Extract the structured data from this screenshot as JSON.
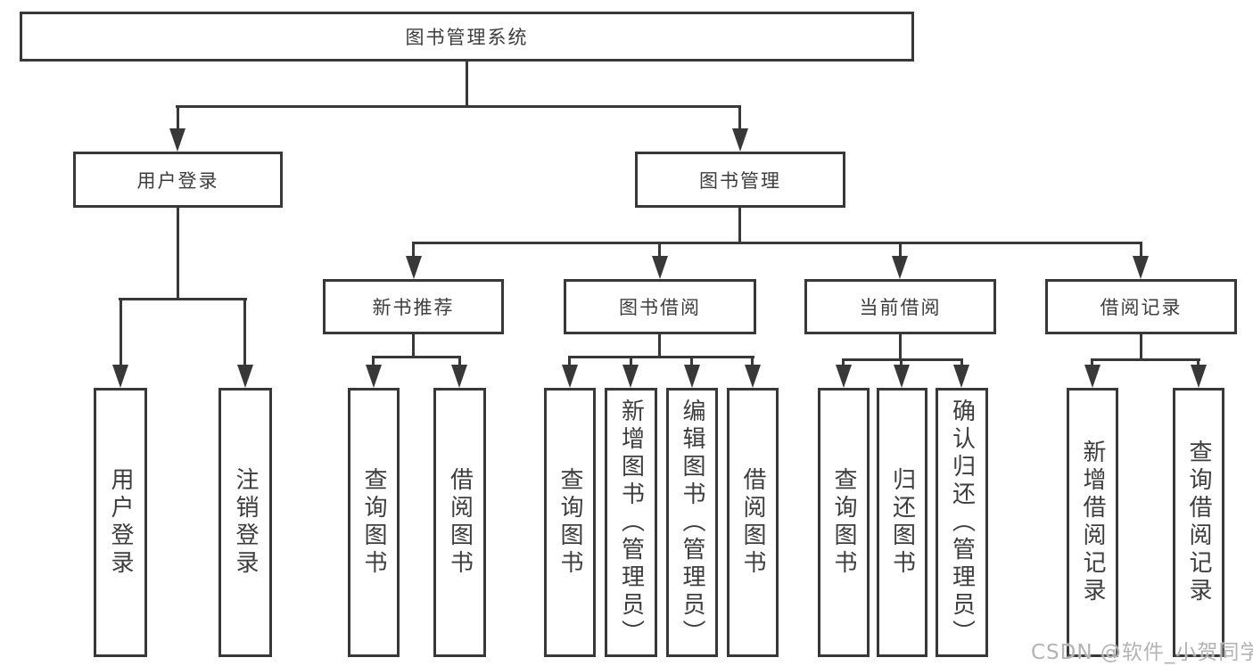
{
  "colors": {
    "line": "#383838",
    "text": "#3d3d3d",
    "background": "#ffffff",
    "watermark": "#b3b3b3"
  },
  "watermark": {
    "text": "CSDN @软件_小贺同学"
  },
  "tree": {
    "root": {
      "label": "图书管理系统"
    },
    "level2": [
      {
        "label": "用户登录"
      },
      {
        "label": "图书管理"
      }
    ],
    "level3": [
      {
        "label": "新书推荐"
      },
      {
        "label": "图书借阅"
      },
      {
        "label": "当前借阅"
      },
      {
        "label": "借阅记录"
      }
    ],
    "leaves": {
      "user_login": [
        {
          "label": "用户登录"
        },
        {
          "label": "注销登录"
        }
      ],
      "new_book": [
        {
          "label": "查询图书"
        },
        {
          "label": "借阅图书"
        }
      ],
      "borrow": [
        {
          "label": "查询图书"
        },
        {
          "label": "新增图书（管理员）"
        },
        {
          "label": "编辑图书（管理员）"
        },
        {
          "label": "借阅图书"
        }
      ],
      "current": [
        {
          "label": "查询图书"
        },
        {
          "label": "归还图书"
        },
        {
          "label": "确认归还（管理员）"
        }
      ],
      "records": [
        {
          "label": "新增借阅记录"
        },
        {
          "label": "查询借阅记录"
        }
      ]
    }
  }
}
